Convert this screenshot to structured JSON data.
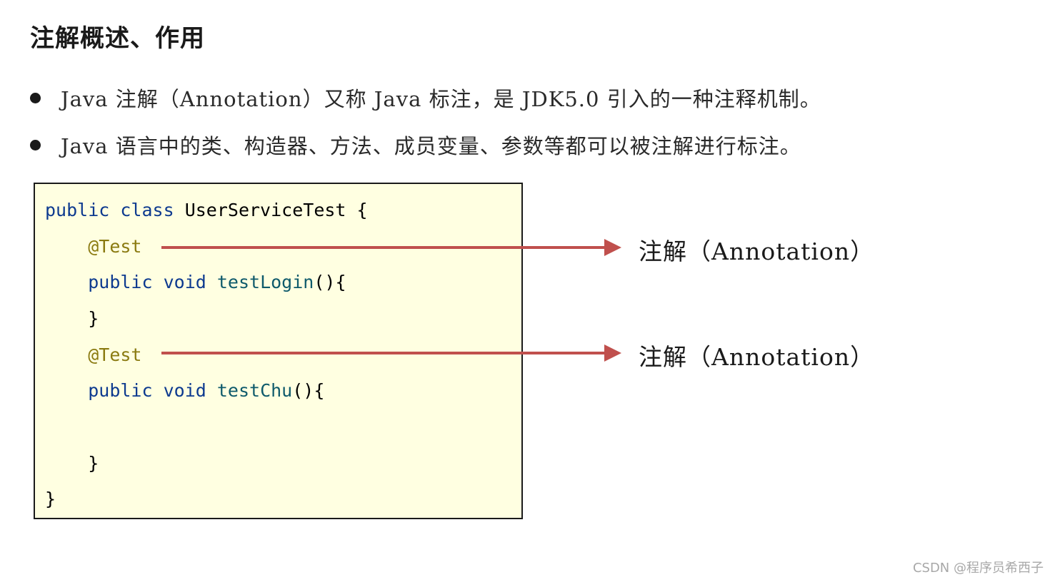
{
  "title": "注解概述、作用",
  "bullets": [
    "Java 注解（Annotation）又称 Java 标注，是 JDK5.0 引入的一种注释机制。",
    "Java 语言中的类、构造器、方法、成员变量、参数等都可以被注解进行标注。"
  ],
  "code": {
    "l1_kw1": "public",
    "l1_kw2": "class",
    "l1_rest": "UserServiceTest {",
    "l2_ann": "@Test",
    "l3_kw1": "public",
    "l3_kw2": "void",
    "l3_method": "testLogin",
    "l3_rest": "(){",
    "l4_rest": "}",
    "l5_ann": "@Test",
    "l6_kw1": "public",
    "l6_kw2": "void",
    "l6_method": "testChu",
    "l6_rest": "(){",
    "l8_rest": "}",
    "l9_rest": "}"
  },
  "annotations": [
    "注解（Annotation）",
    "注解（Annotation）"
  ],
  "colors": {
    "arrow": "#c0504d",
    "code_bg": "#ffffe1",
    "keyword": "#0d3a8f",
    "annotation": "#8a7a10"
  },
  "watermark": "CSDN @程序员希西子"
}
